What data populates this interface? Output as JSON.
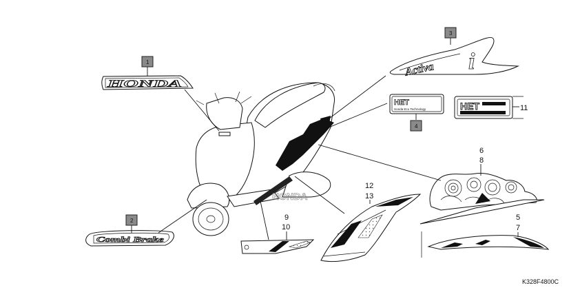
{
  "diagram": {
    "reference_code": "K328F4800C",
    "callout_boxes": [
      {
        "id": "1"
      },
      {
        "id": "2"
      },
      {
        "id": "3"
      },
      {
        "id": "4"
      }
    ],
    "part_labels": [
      "11",
      "6",
      "8",
      "12",
      "13",
      "9",
      "10",
      "5",
      "7"
    ],
    "decals": {
      "honda_logo": "HONDA",
      "combi_brake": "Combi Brake",
      "activa_script": "Activa",
      "activa_i": "i",
      "het_small_logo": "HET",
      "het_small_subtitle": "Honda Eco Technology",
      "het_large_logo": "HET"
    }
  }
}
